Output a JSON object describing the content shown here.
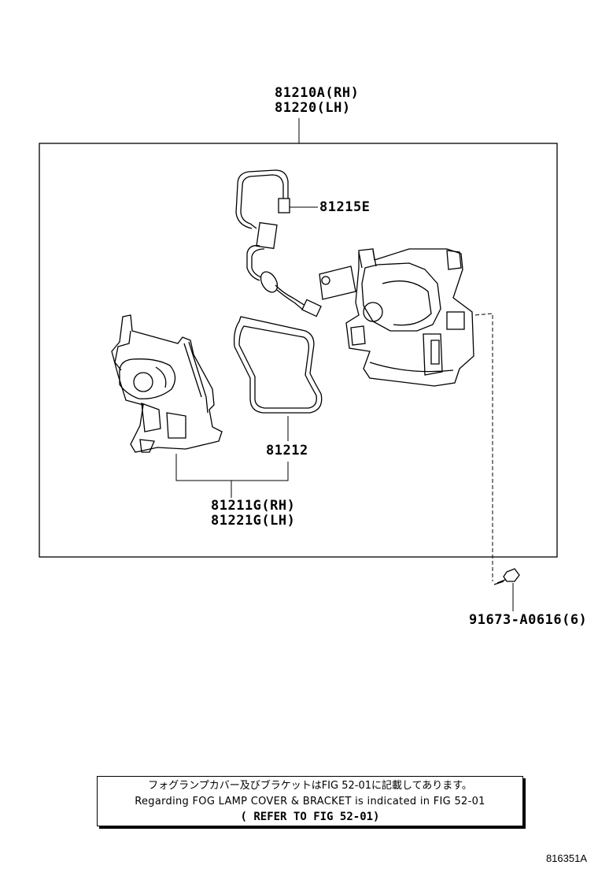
{
  "labels": {
    "assembly_rh": "81210A(RH)",
    "assembly_lh": "81220(LH)",
    "socket": "81215E",
    "gasket": "81212",
    "housing_rh": "81211G(RH)",
    "housing_lh": "81221G(LH)",
    "screw": "91673-A0616(6)"
  },
  "note": {
    "japanese": "フォグランプカバー及びブラケットはFIG 52-01に記載してあります。",
    "english": "Regarding FOG LAMP COVER & BRACKET is indicated in FIG 52-01",
    "reference": "( REFER TO FIG 52-01)"
  },
  "figure_id": "816351A"
}
